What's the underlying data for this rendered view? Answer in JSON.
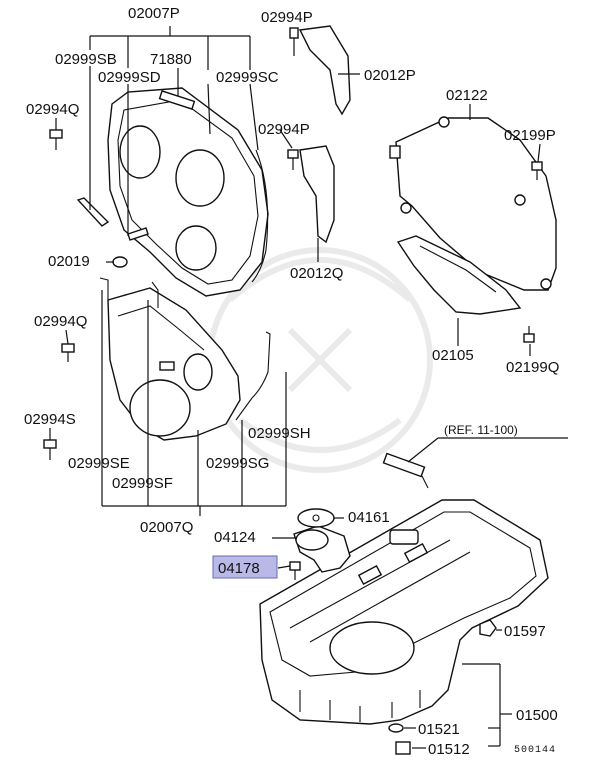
{
  "diagram": {
    "labels": {
      "p02007P": "02007P",
      "p02994P_top": "02994P",
      "p02999SB": "02999SB",
      "p71880": "71880",
      "p02012P": "02012P",
      "p02999SD": "02999SD",
      "p02999SC": "02999SC",
      "p02994Q_top": "02994Q",
      "p02122": "02122",
      "p02994P_mid": "02994P",
      "p02199P": "02199P",
      "p02019": "02019",
      "p02012Q": "02012Q",
      "p02994Q_mid": "02994Q",
      "p02105": "02105",
      "p02199Q": "02199Q",
      "p02994S": "02994S",
      "p02999SH": "02999SH",
      "p02999SE": "02999SE",
      "p02999SG": "02999SG",
      "ref": "(REF. 11-100)",
      "p02999SF": "02999SF",
      "p04161": "04161",
      "p02007Q": "02007Q",
      "p04124": "04124",
      "p04178": "04178",
      "p01597": "01597",
      "p01500": "01500",
      "p01521": "01521",
      "p01512": "01512",
      "code": "500144"
    },
    "highlighted_part": "04178",
    "highlight_color": "#b9b9e8"
  }
}
